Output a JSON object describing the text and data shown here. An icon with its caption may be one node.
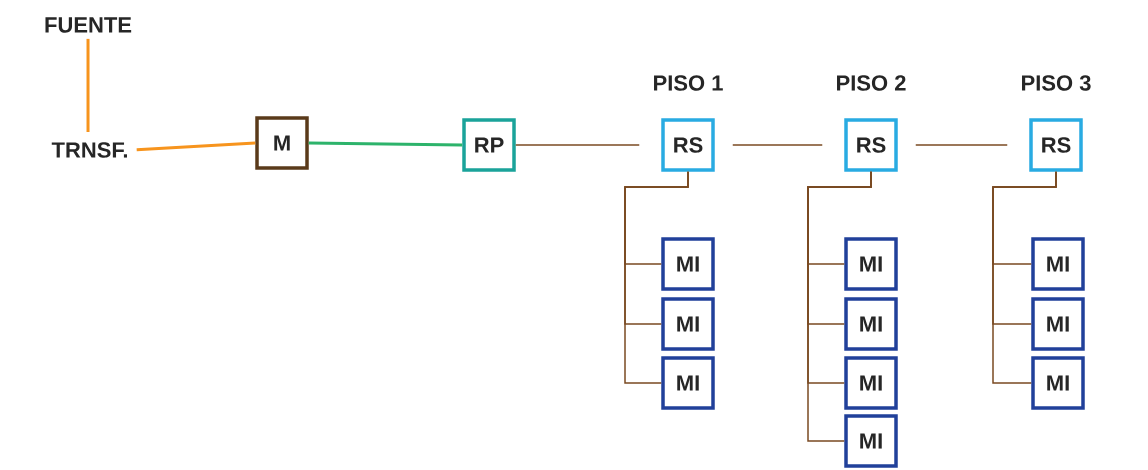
{
  "diagram": {
    "nodes": [
      {
        "text": [
          "FUENTE"
        ]
      },
      {
        "text": [
          "TRNSF."
        ]
      },
      {
        "text": [
          "M"
        ]
      },
      {
        "text": [
          "RP"
        ]
      },
      {
        "text": [
          "RS"
        ],
        "beside": [
          "PISO 1"
        ]
      },
      {
        "text": [
          "MI"
        ]
      },
      {
        "text": [
          "MI"
        ]
      },
      {
        "text": [
          "MI"
        ]
      },
      {
        "text": [
          "RS"
        ],
        "beside": [
          "PISO 2"
        ]
      },
      {
        "text": [
          "MI"
        ]
      },
      {
        "text": [
          "MI"
        ]
      },
      {
        "text": [
          "MI"
        ]
      },
      {
        "text": [
          "MI"
        ]
      },
      {
        "text": [
          "RS"
        ],
        "beside": [
          "PISO 3"
        ]
      },
      {
        "text": [
          "MI"
        ]
      },
      {
        "text": [
          "MI"
        ]
      },
      {
        "text": [
          "MI"
        ]
      }
    ],
    "edges": [
      {
        "from": 0,
        "to": 1,
        "arrow": "none",
        "color": "#f7941d"
      },
      {
        "from": 1,
        "to": 2,
        "arrow": "none",
        "color": "#f7941d"
      },
      {
        "from": 2,
        "to": 3,
        "arrow": "none",
        "color": "#2db36b"
      },
      {
        "from": 3,
        "to": 4,
        "arrow": "none"
      },
      {
        "from": 4,
        "to": 8,
        "arrow": "none"
      },
      {
        "from": 8,
        "to": 13,
        "arrow": "none"
      },
      {
        "from": 4,
        "to": 5,
        "arrow": "none"
      },
      {
        "from": 4,
        "to": 6,
        "arrow": "none"
      },
      {
        "from": 4,
        "to": 7,
        "arrow": "none"
      },
      {
        "from": 8,
        "to": 9,
        "arrow": "none"
      },
      {
        "from": 8,
        "to": 10,
        "arrow": "none"
      },
      {
        "from": 8,
        "to": 11,
        "arrow": "none"
      },
      {
        "from": 8,
        "to": 12,
        "arrow": "none"
      },
      {
        "from": 13,
        "to": 14,
        "arrow": "none"
      },
      {
        "from": 13,
        "to": 15,
        "arrow": "none"
      },
      {
        "from": 13,
        "to": 16,
        "arrow": "none"
      }
    ]
  }
}
